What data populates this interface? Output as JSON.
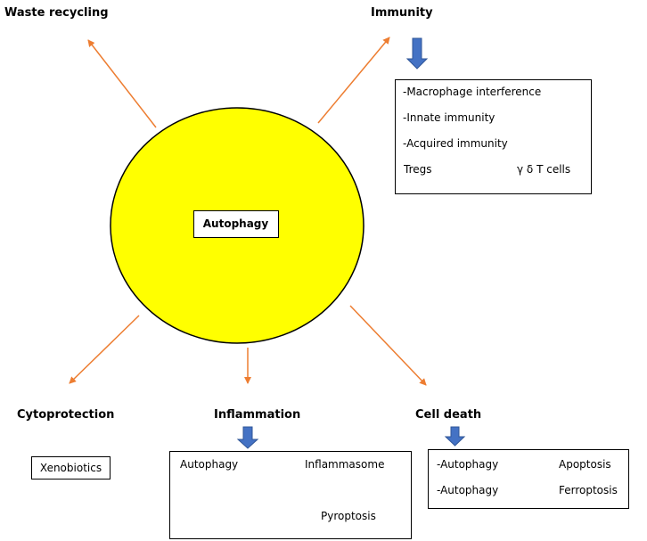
{
  "center": {
    "label": "Autophagy"
  },
  "headings": {
    "waste": "Waste recycling",
    "immunity": "Immunity",
    "cytoprotection": "Cytoprotection",
    "inflammation": "Inflammation",
    "cell_death": "Cell death"
  },
  "immunity_box": {
    "line1": "-Macrophage interference",
    "line2": "-Innate immunity",
    "line3": "-Acquired immunity",
    "branch_left": "Tregs",
    "branch_right": "γ δ T cells"
  },
  "cytoprotection_box": {
    "label": "Xenobiotics"
  },
  "inflammation_box": {
    "left": "Autophagy",
    "right": "Inflammasome",
    "bottom": "Pyroptosis"
  },
  "cell_death_box": {
    "row1_left": "-Autophagy",
    "row1_right": "Apoptosis",
    "row2_left": "-Autophagy",
    "row2_right": "Ferroptosis"
  },
  "colors": {
    "circle_fill": "#ffff00",
    "arrow": "#ed7d31",
    "block_arrow": "#4472c4",
    "block_arrow_stroke": "#2f5597"
  }
}
